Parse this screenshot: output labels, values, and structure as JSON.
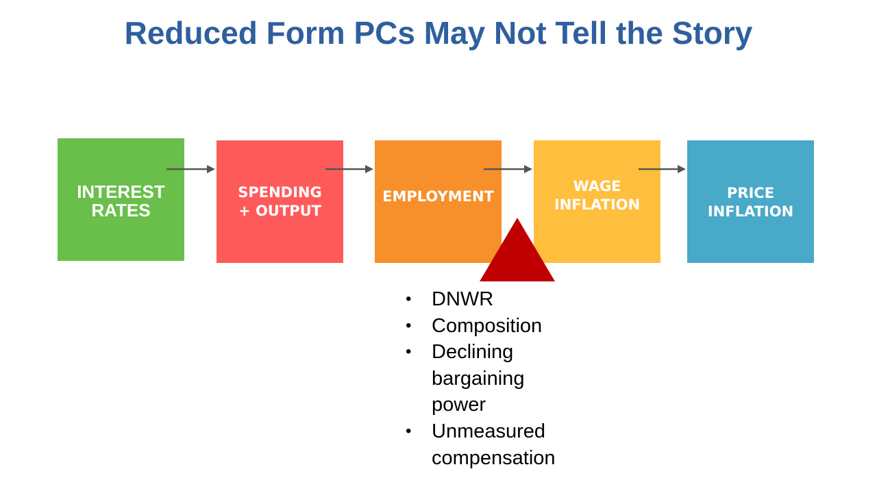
{
  "title": "Reduced Form PCs May Not Tell the Story",
  "boxes": [
    {
      "label": "INTEREST\nRATES",
      "color": "#6abf4b"
    },
    {
      "label": "SPENDING\n+ OUTPUT",
      "color": "#ff5a5a"
    },
    {
      "label": "EMPLOYMENT",
      "color": "#f78f2a"
    },
    {
      "label": "WAGE\nINFLATION",
      "color": "#ffbe3d"
    },
    {
      "label": "PRICE\nINFLATION",
      "color": "#48a9c9"
    }
  ],
  "arrow_color": "#555555",
  "triangle_color": "#c00000",
  "bullets": [
    "DNWR",
    "Composition",
    "Declining\nbargaining\npower",
    "Unmeasured\ncompensation"
  ]
}
